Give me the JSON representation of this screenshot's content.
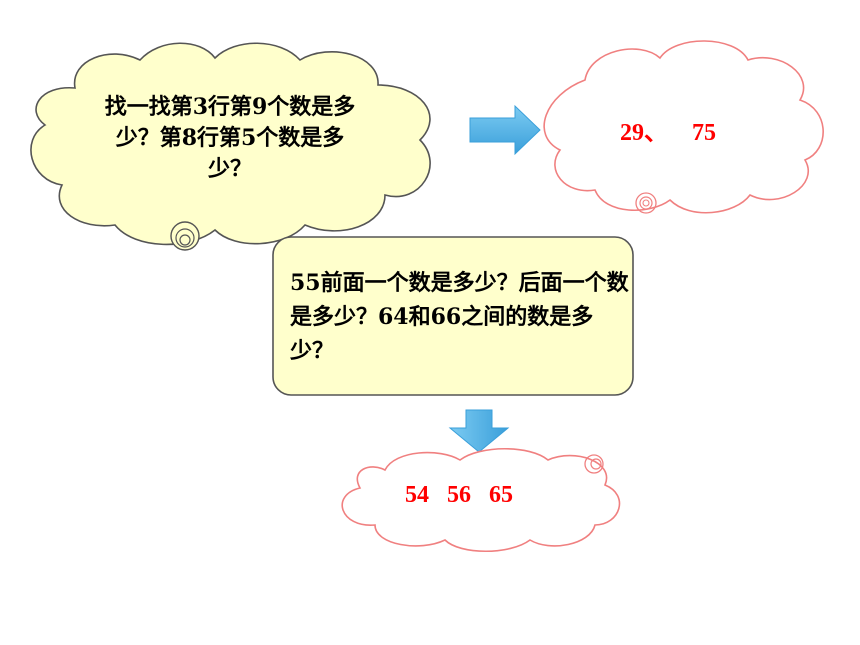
{
  "question_cloud": {
    "text": "找一找第3行第9个数是多少？第8行第5个数是多少？",
    "fill_color": "#FFFFCC",
    "stroke_color": "#555555"
  },
  "answer_cloud_1": {
    "text": "29、    75",
    "text_color": "#FF0000",
    "stroke_color": "#F08080"
  },
  "question_box": {
    "text": "55前面一个数是多少？后面一个数是多少？64和66之间的数是多少？",
    "fill_color": "#FFFFCC",
    "stroke_color": "#555555"
  },
  "answer_cloud_2": {
    "text": "54   56   65",
    "text_color": "#FF0000",
    "stroke_color": "#F08080"
  },
  "arrows": {
    "right_arrow_icon": "arrow-right-icon",
    "down_arrow_icon": "arrow-down-icon",
    "color": "#4FB3E8"
  }
}
